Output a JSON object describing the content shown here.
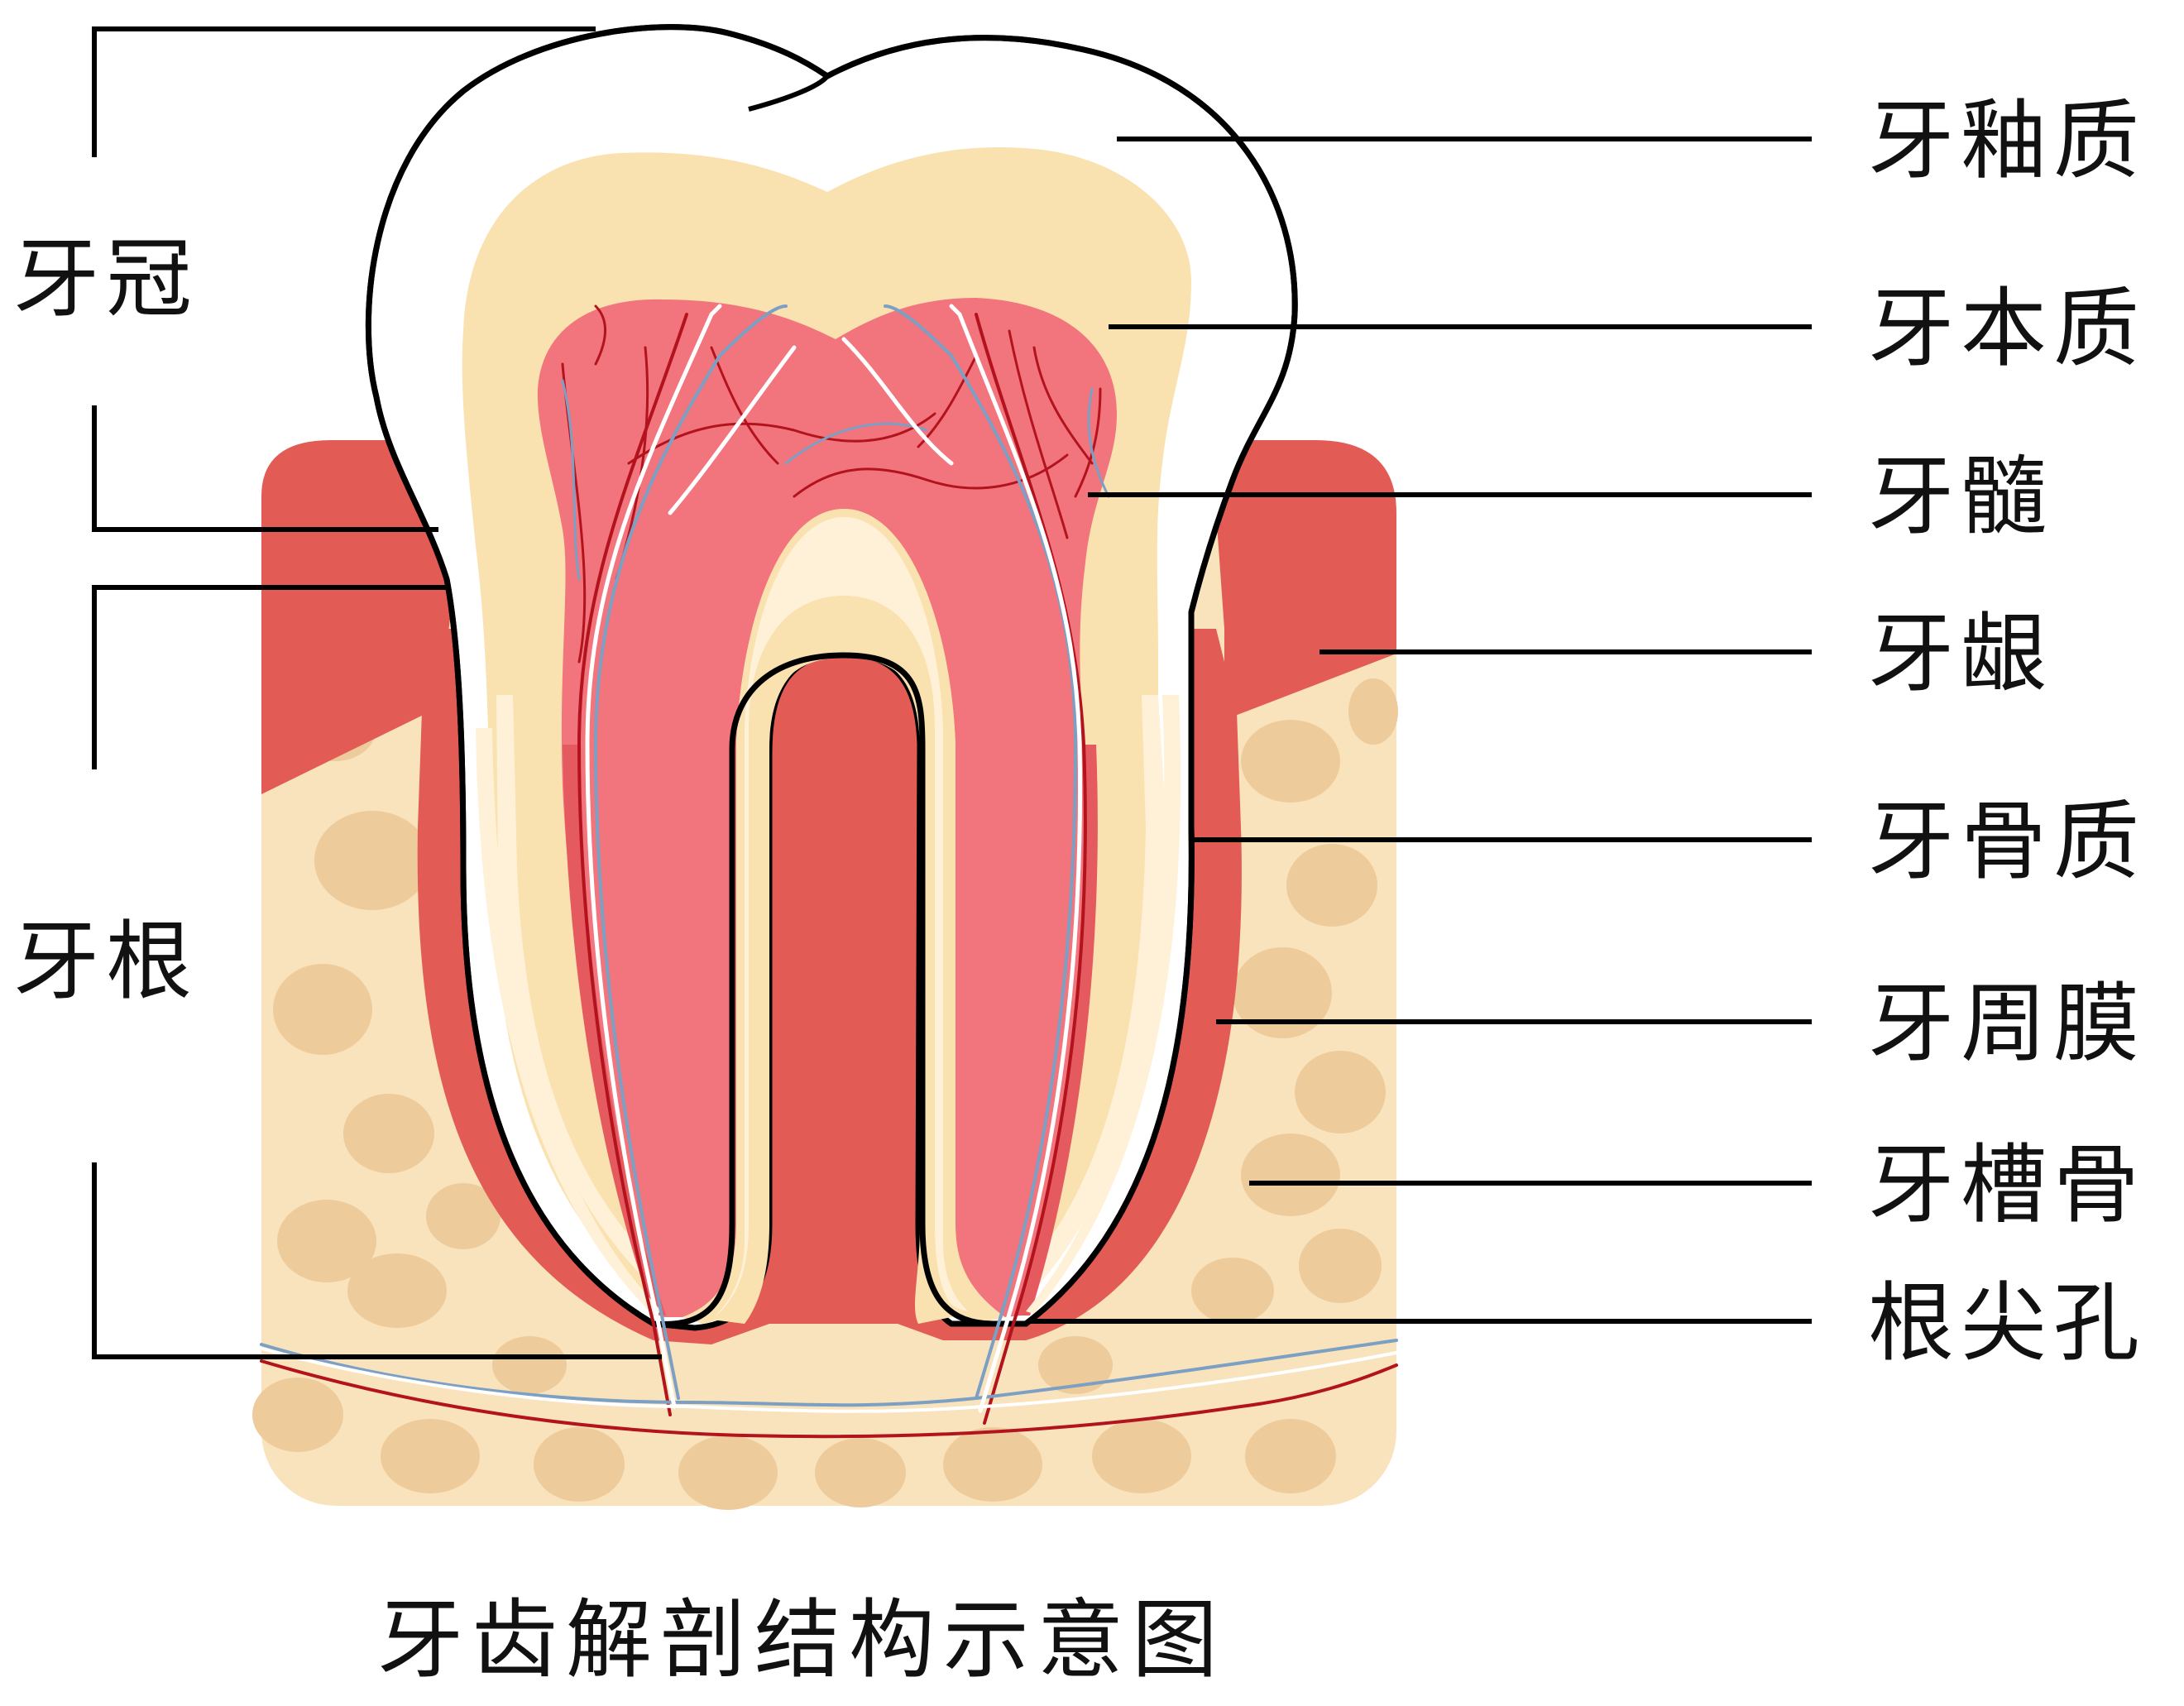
{
  "title": "牙齿解剖结构示意图",
  "left_labels": [
    {
      "id": "crown",
      "text": "牙冠"
    },
    {
      "id": "root",
      "text": "牙根"
    }
  ],
  "right_labels": [
    {
      "id": "enamel",
      "text": "牙釉质"
    },
    {
      "id": "dentin",
      "text": "牙本质"
    },
    {
      "id": "pulp",
      "text": "牙髓"
    },
    {
      "id": "gum",
      "text": "牙龈"
    },
    {
      "id": "cementum",
      "text": "牙骨质"
    },
    {
      "id": "periodontal-membrane",
      "text": "牙周膜"
    },
    {
      "id": "alveolar-bone",
      "text": "牙槽骨"
    },
    {
      "id": "apical-foramen",
      "text": "根尖孔"
    }
  ],
  "colors": {
    "enamel": "#ffffff",
    "dentin": "#fae1b0",
    "dentin_light": "#fff1d8",
    "pulp": "#f2747c",
    "pulp_dark": "#e55a5f",
    "gum": "#e25b55",
    "bone": "#f9e3bc",
    "bone_spot": "#eecb9a",
    "nerve": "#ffffff",
    "vein": "#7c9fc4",
    "artery": "#b3131d",
    "outline": "#000000"
  }
}
